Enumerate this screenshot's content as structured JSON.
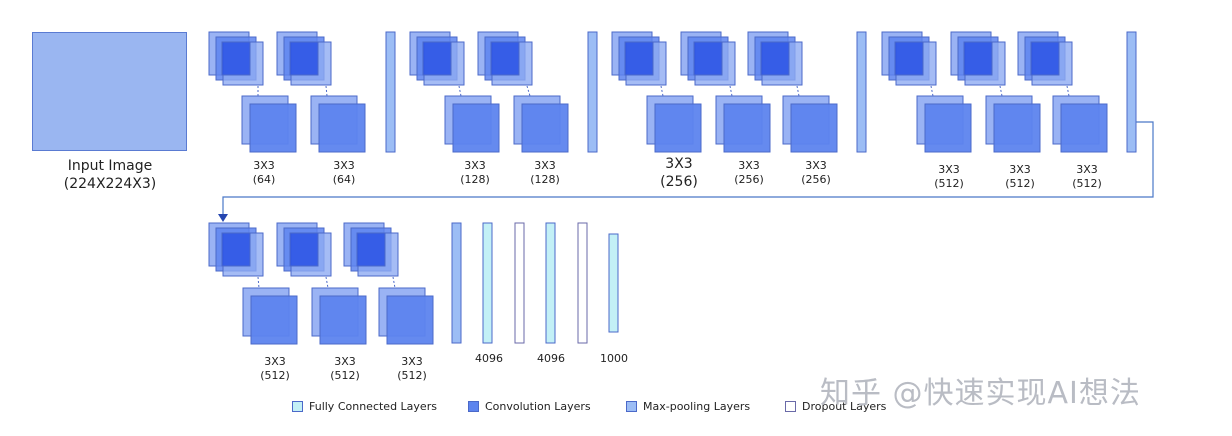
{
  "input": {
    "label": "Input Image",
    "size": "(224X224X3)"
  },
  "blocks": [
    {
      "kernel": "3X3",
      "filters": [
        "(64)",
        "(64)"
      ]
    },
    {
      "kernel": "3X3",
      "filters": [
        "(128)",
        "(128)"
      ]
    },
    {
      "kernel": "3X3",
      "filters": [
        "(256)",
        "(256)",
        "(256)"
      ]
    },
    {
      "kernel": "3X3",
      "filters": [
        "(512)",
        "(512)",
        "(512)"
      ]
    },
    {
      "kernel": "3X3",
      "filters": [
        "(512)",
        "(512)",
        "(512)"
      ]
    }
  ],
  "dense": {
    "fc1": "4096",
    "fc2": "4096",
    "fc3": "1000"
  },
  "legend": {
    "fc": "Fully Connected Layers",
    "conv": "Convolution Layers",
    "pool": "Max-pooling Layers",
    "dropout": "Dropout Layers"
  },
  "colors": {
    "conv_dark": "#2e55e6",
    "conv_mid": "#5d84ee",
    "conv_light": "#8fabf3",
    "pool": "#9cbdf5",
    "fc": "#c3f0f6",
    "dropout": "#ffffff",
    "border": "#4b69c9",
    "arrow": "#4a78c8"
  },
  "watermark": "知乎 @快速实现AI想法"
}
